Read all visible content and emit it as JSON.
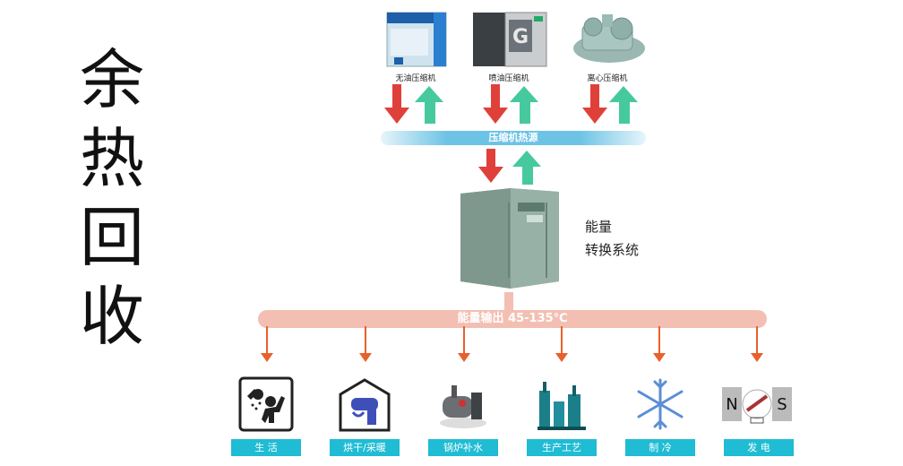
{
  "title_chars": [
    "余",
    "热",
    "回",
    "收"
  ],
  "compressors": [
    {
      "label": "无油压缩机"
    },
    {
      "label": "喷油压缩机"
    },
    {
      "label": "离心压缩机"
    }
  ],
  "heat_source_band": "压缩机热源",
  "energy_system": {
    "line1": "能量",
    "line2": "转换系统"
  },
  "energy_output_band": "能量输出 45-135℃",
  "outputs": [
    {
      "label": "生 活",
      "icon": "shower-person-icon"
    },
    {
      "label": "烘干/采暖",
      "icon": "hand-dryer-icon"
    },
    {
      "label": "锅炉补水",
      "icon": "boiler-icon"
    },
    {
      "label": "生产工艺",
      "icon": "factory-icon"
    },
    {
      "label": "制 冷",
      "icon": "snowflake-icon"
    },
    {
      "label": "发 电",
      "icon": "generator-icon"
    }
  ],
  "generator_poles": {
    "north": "N",
    "south": "S"
  },
  "colors": {
    "heat_arrow": "#e0403a",
    "return_arrow": "#46c99e",
    "band_blue": "#6dc3e6",
    "band_salmon": "#f3bfb3",
    "output_arrow": "#e8602c",
    "label_bg": "#1fbcd4"
  }
}
